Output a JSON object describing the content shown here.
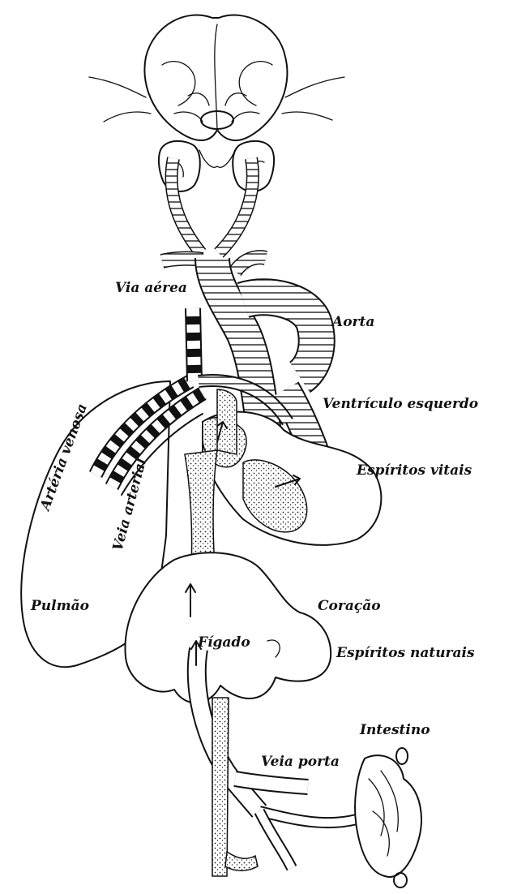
{
  "labels": {
    "via_aerea": "Via aérea",
    "aorta": "Aorta",
    "ventriculo_esquerdo": "Ventrículo esquerdo",
    "espiritos_vitais": "Espíritos vitais",
    "arteria_venosa": "Artéria venosa",
    "veia_arterial": "Veia arterial",
    "pulmao": "Pulmão",
    "coracao": "Coração",
    "figado": "Fígado",
    "espiritos_naturais": "Espíritos naturais",
    "intestino": "Intestino",
    "veia_porta": "Veia porta"
  }
}
